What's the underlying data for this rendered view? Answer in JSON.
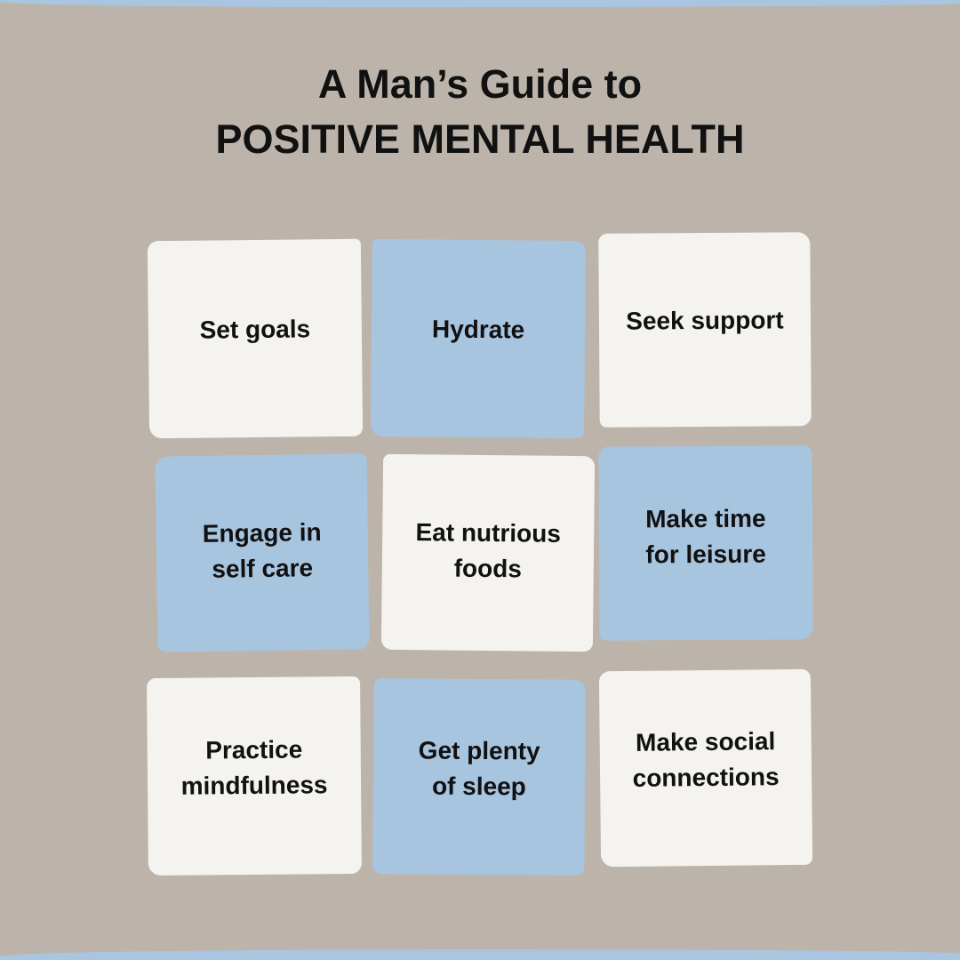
{
  "title": {
    "line1": "A Man’s Guide to",
    "line2": "POSITIVE MENTAL HEALTH"
  },
  "colors": {
    "background": "#bcb4aa",
    "tile_light": "#f5f3ef",
    "tile_blue": "#a8c5e0",
    "text": "#111111"
  },
  "tiles": [
    {
      "label": "Set goals",
      "color": "light"
    },
    {
      "label": "Hydrate",
      "color": "blue"
    },
    {
      "label": "Seek support",
      "color": "light"
    },
    {
      "label": "Engage in self care",
      "color": "blue"
    },
    {
      "label": "Eat nutrious foods",
      "color": "light"
    },
    {
      "label": "Make time for leisure",
      "color": "blue"
    },
    {
      "label": "Practice mindfulness",
      "color": "light"
    },
    {
      "label": "Get plenty of sleep",
      "color": "blue"
    },
    {
      "label": "Make social connections",
      "color": "light"
    }
  ]
}
